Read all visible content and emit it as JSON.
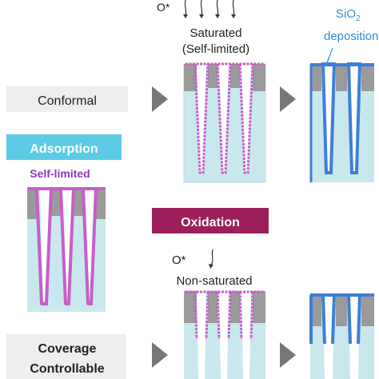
{
  "labels": {
    "o_star_top": "O*",
    "saturated": "Saturated",
    "self_limited_paren": "(Self-limited)",
    "sio2_main": "SiO",
    "sio2_sub": "2",
    "deposition": "deposition",
    "conformal": "Conformal",
    "adsorption": "Adsorption",
    "self_limited": "Self-limited",
    "oxidation": "Oxidation",
    "o_star_mid": "O*",
    "non_saturated": "Non-saturated",
    "coverage": "Coverage",
    "controllable": "Controllable"
  },
  "colors": {
    "substrate": "#c9e8ee",
    "mask": "#9a9a9a",
    "precursor": "#c85dc8",
    "precursor_fill": "#f3d8f3",
    "sio2": "#3d7fd6",
    "adsorption_bg": "#5ccbe6",
    "oxidation_bg": "#9b1f5b",
    "label_box": "#eeeeee",
    "arrow": "#777777",
    "sio2_text": "#2f8fd6",
    "self_limited_text": "#8e3bb8"
  }
}
